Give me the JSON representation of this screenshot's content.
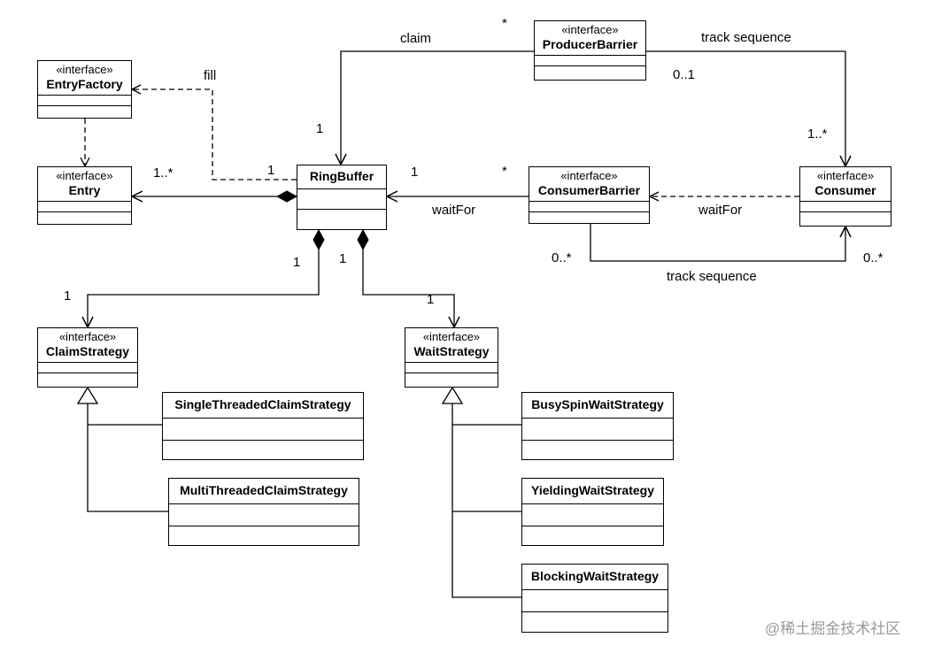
{
  "classes": {
    "producer_barrier": {
      "stereotype": "«interface»",
      "name": "ProducerBarrier"
    },
    "entry_factory": {
      "stereotype": "«interface»",
      "name": "EntryFactory"
    },
    "entry": {
      "stereotype": "«interface»",
      "name": "Entry"
    },
    "ring_buffer": {
      "name": "RingBuffer"
    },
    "consumer_barrier": {
      "stereotype": "«interface»",
      "name": "ConsumerBarrier"
    },
    "consumer": {
      "stereotype": "«interface»",
      "name": "Consumer"
    },
    "claim_strategy": {
      "stereotype": "«interface»",
      "name": "ClaimStrategy"
    },
    "wait_strategy": {
      "stereotype": "«interface»",
      "name": "WaitStrategy"
    },
    "single_threaded_claim_strategy": {
      "name": "SingleThreadedClaimStrategy"
    },
    "multi_threaded_claim_strategy": {
      "name": "MultiThreadedClaimStrategy"
    },
    "busy_spin_wait_strategy": {
      "name": "BusySpinWaitStrategy"
    },
    "yielding_wait_strategy": {
      "name": "YieldingWaitStrategy"
    },
    "blocking_wait_strategy": {
      "name": "BlockingWaitStrategy"
    }
  },
  "labels": {
    "claim": "claim",
    "claim_star": "*",
    "claim_one": "1",
    "track_sequence_top": "track sequence",
    "track_top_source": "0..1",
    "track_top_target": "1..*",
    "fill": "fill",
    "fill_one": "1",
    "entry_mult": "1..*",
    "consumer_barrier_one": "1",
    "consumer_barrier_star": "*",
    "wait_for_left": "waitFor",
    "wait_for_right": "waitFor",
    "track_bottom_source": "0..*",
    "track_bottom_target": "0..*",
    "track_sequence_bottom": "track sequence",
    "claim_strategy_src": "1",
    "claim_strategy_dst": "1",
    "wait_strategy_src": "1",
    "wait_strategy_dst": "1"
  },
  "watermark": "@稀土掘金技术社区"
}
